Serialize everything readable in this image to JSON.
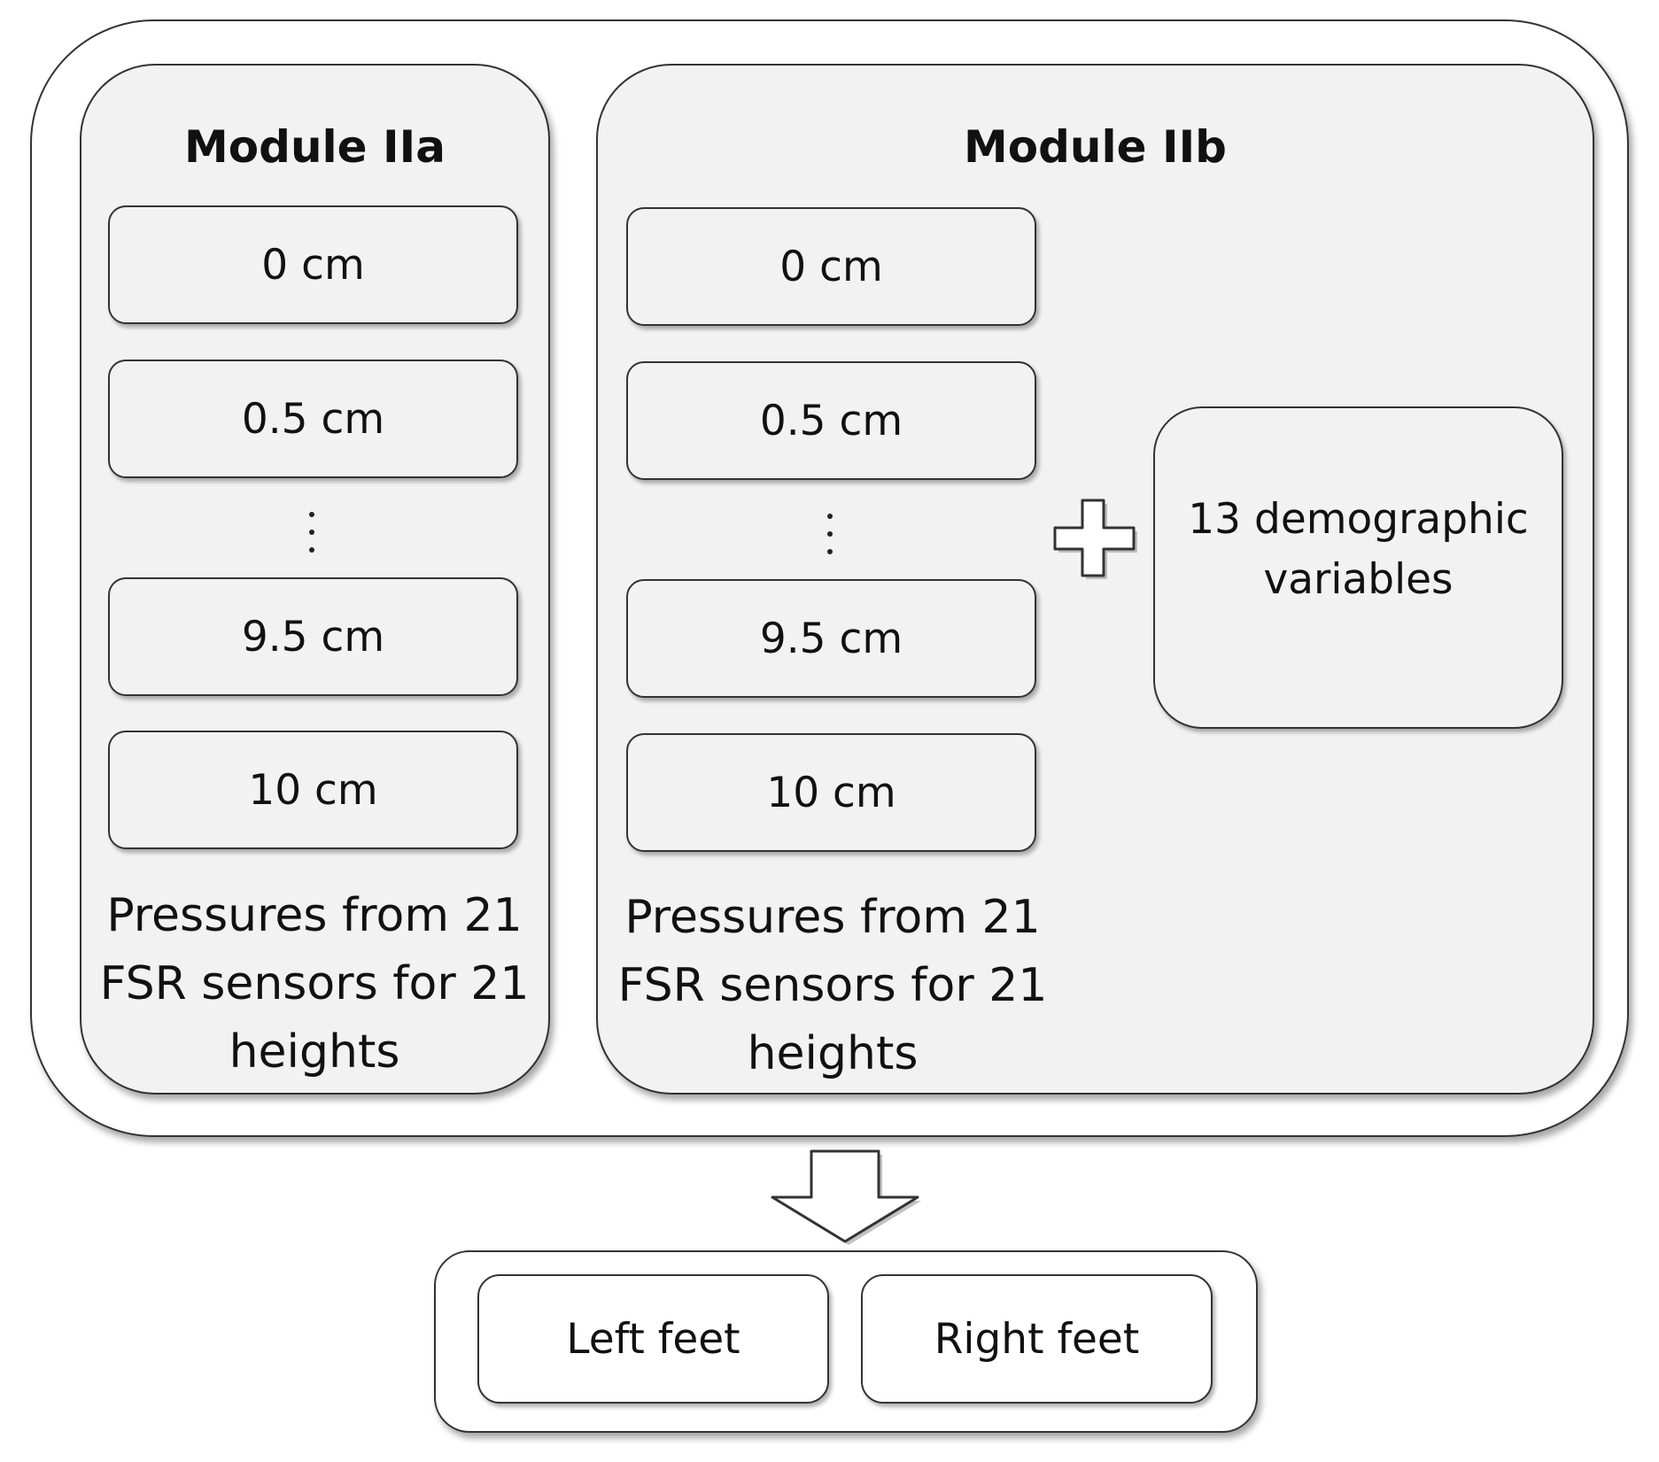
{
  "module_a": {
    "title": "Module IIa",
    "heights": [
      "0 cm",
      "0.5 cm",
      "9.5 cm",
      "10 cm"
    ],
    "caption_lines": [
      "Pressures from 21",
      "FSR sensors for 21",
      "heights"
    ]
  },
  "module_b": {
    "title": "Module IIb",
    "heights": [
      "0 cm",
      "0.5 cm",
      "9.5 cm",
      "10 cm"
    ],
    "caption_lines": [
      "Pressures from 21",
      "FSR sensors for 21",
      "heights"
    ],
    "demographic_lines": [
      "13 demographic",
      "variables"
    ]
  },
  "output": {
    "left": "Left feet",
    "right": "Right feet"
  },
  "icons": {
    "combine": "plus-icon",
    "flow": "down-arrow-icon",
    "ellipsis": "vertical-ellipsis-icon"
  },
  "colors": {
    "module_fill": "#f2f2f2",
    "stroke": "#333333"
  }
}
